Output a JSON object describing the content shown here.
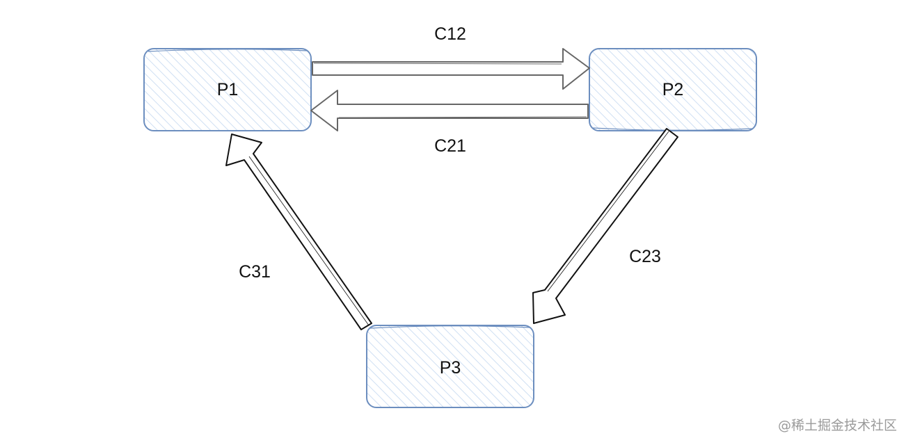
{
  "nodes": [
    {
      "id": "p1",
      "label": "P1"
    },
    {
      "id": "p2",
      "label": "P2"
    },
    {
      "id": "p3",
      "label": "P3"
    }
  ],
  "edges": [
    {
      "id": "c12",
      "label": "C12",
      "from": "P1",
      "to": "P2"
    },
    {
      "id": "c21",
      "label": "C21",
      "from": "P2",
      "to": "P1"
    },
    {
      "id": "c23",
      "label": "C23",
      "from": "P2",
      "to": "P3"
    },
    {
      "id": "c31",
      "label": "C31",
      "from": "P3",
      "to": "P1"
    }
  ],
  "watermark": "@稀土掘金技术社区",
  "colors": {
    "node_border": "#6c8ebf",
    "node_fill": "#dae8fc",
    "arrow_grey": "#666666",
    "arrow_black": "#111111",
    "text": "#111111"
  }
}
